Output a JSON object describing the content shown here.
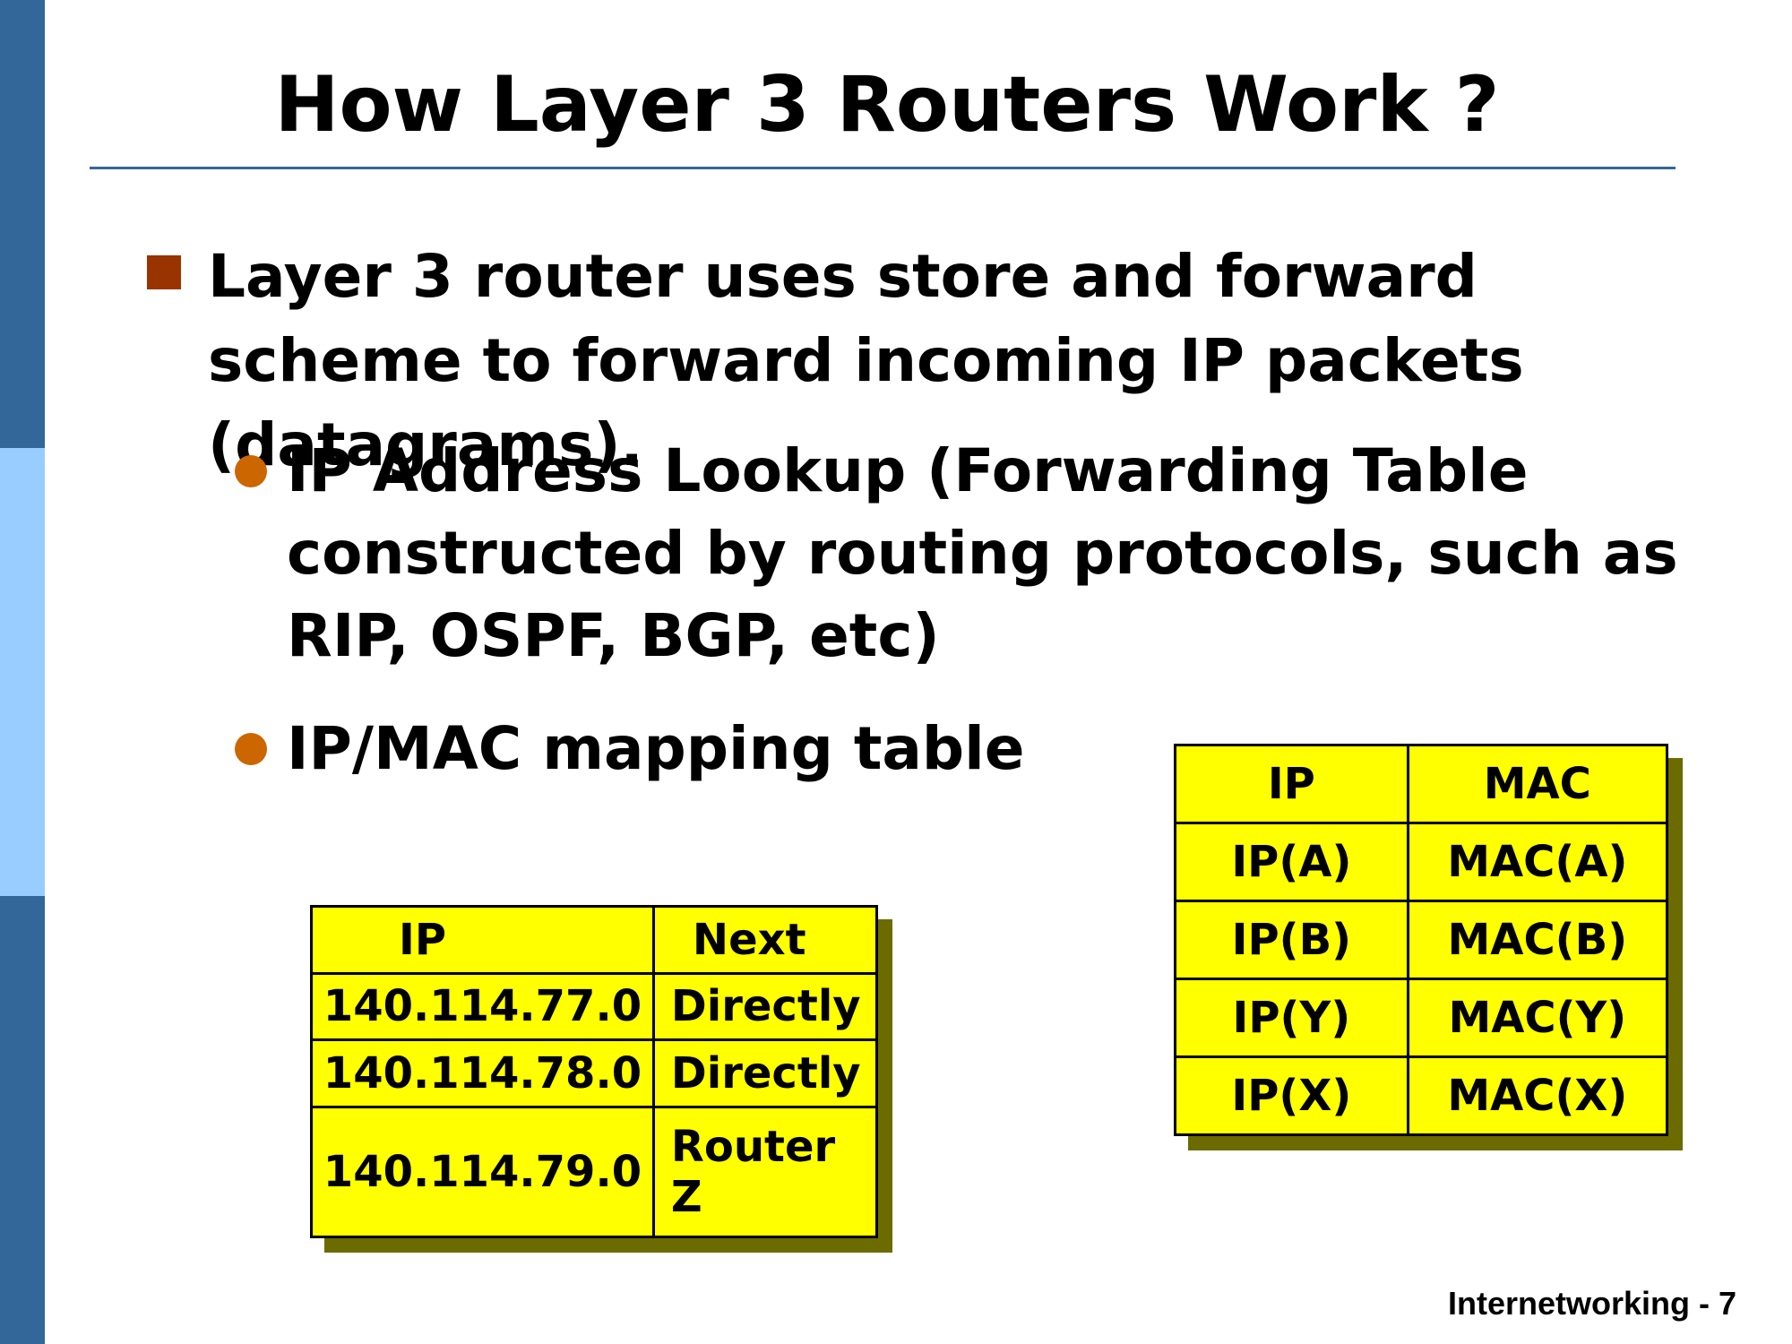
{
  "slide": {
    "title": "How Layer 3 Routers Work ?",
    "bullet1": "Layer 3 router uses store and forward scheme to forward incoming IP packets (datagrams).",
    "sub1": "IP Address Lookup (Forwarding Table constructed by routing protocols, such as RIP, OSPF, BGP, etc)",
    "sub2": "IP/MAC mapping table",
    "footer": "Internetworking - 7"
  },
  "forwarding_table": {
    "header": [
      "IP",
      "Next"
    ],
    "rows": [
      [
        "140.114.77.0",
        "Directly"
      ],
      [
        "140.114.78.0",
        "Directly"
      ],
      [
        "140.114.79.0",
        "Router Z"
      ]
    ]
  },
  "ip_mac_table": {
    "header": [
      "IP",
      "MAC"
    ],
    "rows": [
      [
        "IP(A)",
        "MAC(A)"
      ],
      [
        "IP(B)",
        "MAC(B)"
      ],
      [
        "IP(Y)",
        "MAC(Y)"
      ],
      [
        "IP(X)",
        "MAC(X)"
      ]
    ]
  },
  "colors": {
    "accent_bar": "#336699",
    "accent_bar_light": "#99ccff",
    "bullet_square": "#993300",
    "bullet_dot": "#cc6600",
    "table_fill": "#ffff00",
    "table_shadow": "#6b6b00"
  }
}
